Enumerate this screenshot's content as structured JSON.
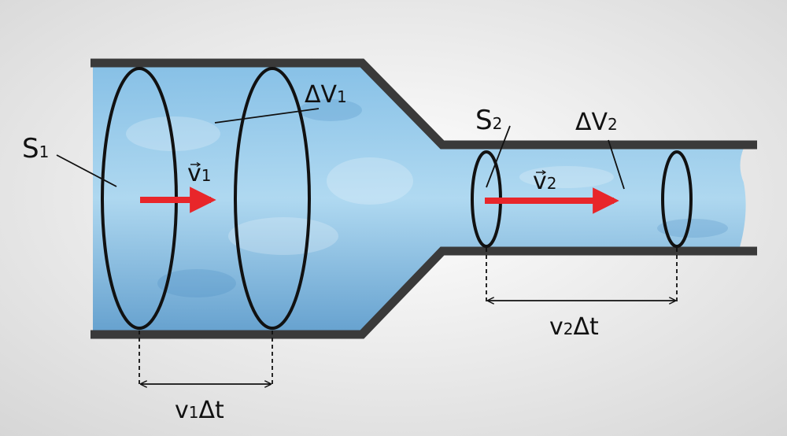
{
  "labels": {
    "s1": "S",
    "s1_sub": "1",
    "s2": "S",
    "s2_sub": "2",
    "dv1": "ΔV",
    "dv1_sub": "1",
    "dv2": "ΔV",
    "dv2_sub": "2",
    "v1": "v",
    "v1_sub": "1",
    "v2": "v",
    "v2_sub": "2",
    "d1_a": "v",
    "d1_b": "1",
    "d1_c": "Δt",
    "d2_a": "v",
    "d2_b": "2",
    "d2_c": "Δt"
  },
  "colors": {
    "background_center": "#ffffff",
    "background_edge": "#d6d6d6",
    "pipe_wall": "#3a3a3a",
    "fluid_light": "#a9d6f0",
    "fluid_mid": "#7fbde6",
    "fluid_dark": "#5c9ccd",
    "velocity_arrow": "#e8262a",
    "outline": "#111111"
  }
}
